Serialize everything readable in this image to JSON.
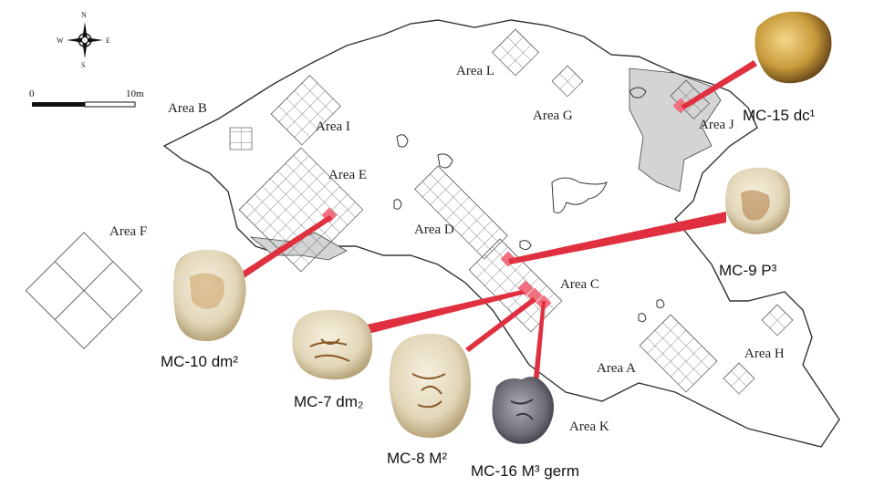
{
  "compass": {
    "n": "N",
    "s": "S",
    "e": "E",
    "w": "W"
  },
  "scale_bar": {
    "start": "0",
    "end": "10m"
  },
  "areas": {
    "a": "Area A",
    "b": "Area B",
    "c": "Area C",
    "d": "Area D",
    "e": "Area E",
    "f": "Area F",
    "g": "Area G",
    "h": "Area H",
    "i": "Area I",
    "j": "Area J",
    "k": "Area K",
    "l": "Area L"
  },
  "specimens": {
    "mc15": {
      "label": "MC-15 dc¹"
    },
    "mc9": {
      "label": "MC-9 P³"
    },
    "mc10": {
      "label": "MC-10 dm²"
    },
    "mc7": {
      "label": "MC-7 dm₂"
    },
    "mc8": {
      "label": "MC-8 M²"
    },
    "mc16": {
      "label": "MC-16 M³ germ"
    }
  },
  "colors": {
    "leader": "#e03040",
    "findspot": "#f07080",
    "shaded_zone": "#d4d4d4",
    "outline": "#333333",
    "tooth_light": "#e8e0cc",
    "tooth_stain": "#8a5a28",
    "tooth_dark": "#6a6a72"
  }
}
